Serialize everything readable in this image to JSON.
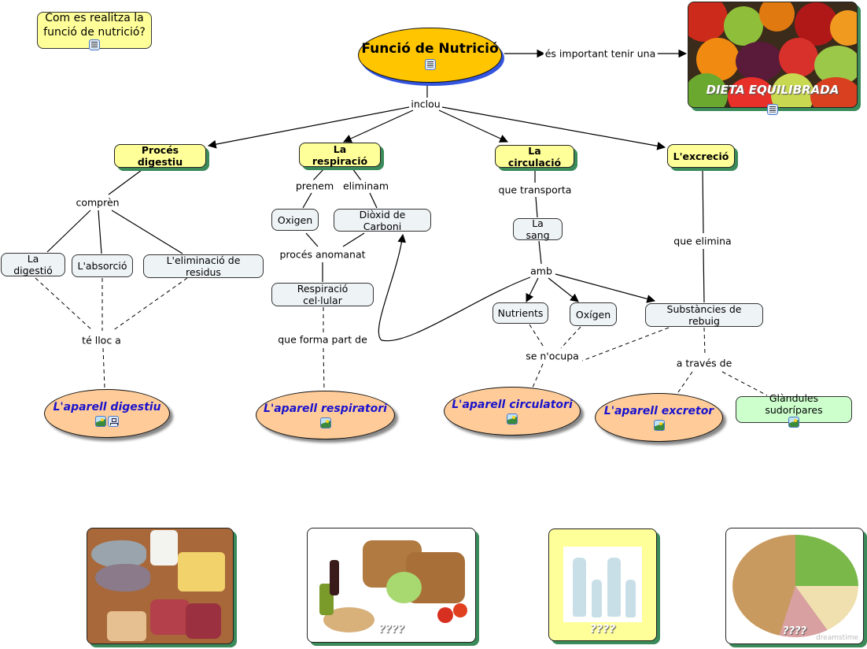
{
  "map": {
    "question": {
      "label": "Com es realitza la funció de nutrició?",
      "icon": "document-icon"
    },
    "root": {
      "label": "Funció de Nutrició",
      "icon": "document-icon"
    },
    "root_link": "és important tenir una",
    "diet": {
      "label": "DIETA EQUILIBRADA",
      "icon": "document-icon"
    },
    "includes_link": "inclou",
    "branches": {
      "digestive": {
        "label": "Procés digestiu",
        "link": "comprèn",
        "children": [
          "La digestió",
          "L'absorció",
          "L'eliminació de residus"
        ],
        "link2": "té lloc a",
        "system": {
          "label": "L'aparell digestiu",
          "icons": [
            "image-icon",
            "concept-map-icon"
          ]
        }
      },
      "respiration": {
        "label": "La respiració",
        "link_take": "prenem",
        "link_eliminate": "eliminam",
        "take": "Oxigen",
        "eliminate": "Diòxid de Carboni",
        "link_process": "procés anomanat",
        "process": "Respiració cel·lular",
        "link_part": "que forma part de",
        "system": {
          "label": "L'aparell respiratori",
          "icons": [
            "image-icon"
          ]
        }
      },
      "circulation": {
        "label": "La circulació",
        "link_transport": "que transporta",
        "blood": "La sang",
        "link_with": "amb",
        "carried": [
          "Nutrients",
          "Oxígen",
          "Substàncies de rebuig"
        ],
        "link_handles": "se n'ocupa",
        "system": {
          "label": "L'aparell circulatori",
          "icons": [
            "image-icon"
          ]
        }
      },
      "excretion": {
        "label": "L'excreció",
        "link_eliminates": "que elimina",
        "link_through": "a través de",
        "system": {
          "label": "L'aparell excretor",
          "icons": [
            "image-icon"
          ]
        },
        "glands": {
          "label": "Glàndules sudorípares",
          "icons": [
            "image-icon"
          ]
        }
      }
    }
  },
  "photos": [
    {
      "name": "protein-foods-photo",
      "caption": ""
    },
    {
      "name": "vegetable-basket-photo",
      "caption": "????"
    },
    {
      "name": "water-bottles-photo",
      "caption": "????"
    },
    {
      "name": "food-wheel-photo",
      "caption": "????",
      "watermark": "dreamstime"
    }
  ],
  "colors": {
    "concept": "#ffff99",
    "root": "#ffc600",
    "system": "#ffcc99",
    "system_text": "#1a13cc",
    "subconcept": "#eef3f5",
    "glands": "#ccffcc",
    "shadow": "#3a8a5a"
  }
}
